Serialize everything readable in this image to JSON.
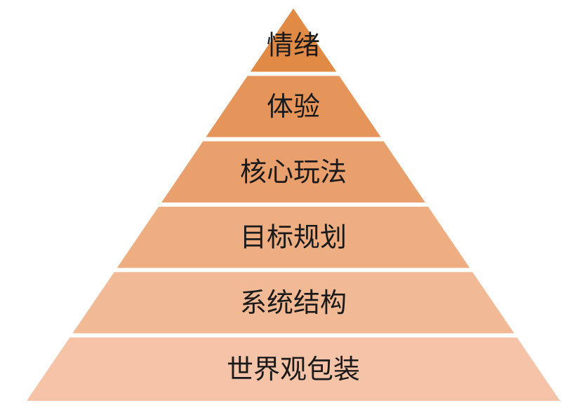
{
  "diagram": {
    "type": "pyramid",
    "layers": [
      {
        "label": "情绪",
        "color": "#E08A45"
      },
      {
        "label": "体验",
        "color": "#E6955A"
      },
      {
        "label": "核心玩法",
        "color": "#EAA06D"
      },
      {
        "label": "目标规划",
        "color": "#EFAE81"
      },
      {
        "label": "系统结构",
        "color": "#F2B995"
      },
      {
        "label": "世界观包装",
        "color": "#F5C4A8"
      }
    ]
  }
}
